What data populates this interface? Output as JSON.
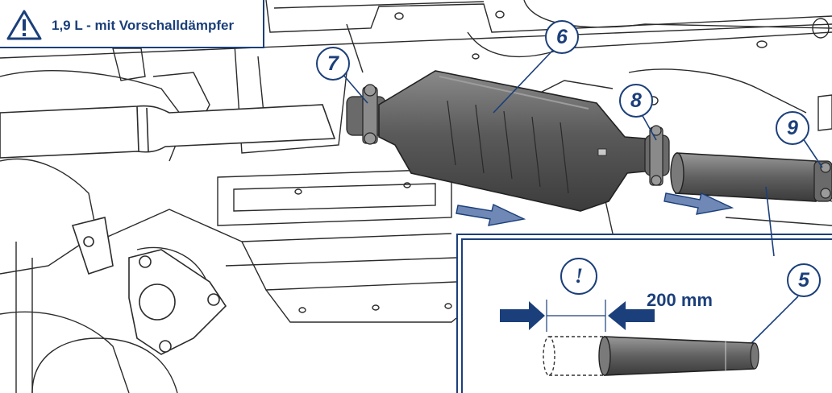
{
  "title": {
    "text": "1,9 L - mit Vorschalldämpfer",
    "icon": "warning-triangle-icon"
  },
  "callouts": [
    "7",
    "6",
    "8",
    "9",
    "5"
  ],
  "inset": {
    "note_symbol": "!",
    "dimension": "200 mm",
    "part_callout": "5"
  },
  "colors": {
    "accent": "#1b3f7a",
    "line": "#2b2b2b",
    "part_fill": "#5c5c5c",
    "arrow": "#6f88b5"
  }
}
